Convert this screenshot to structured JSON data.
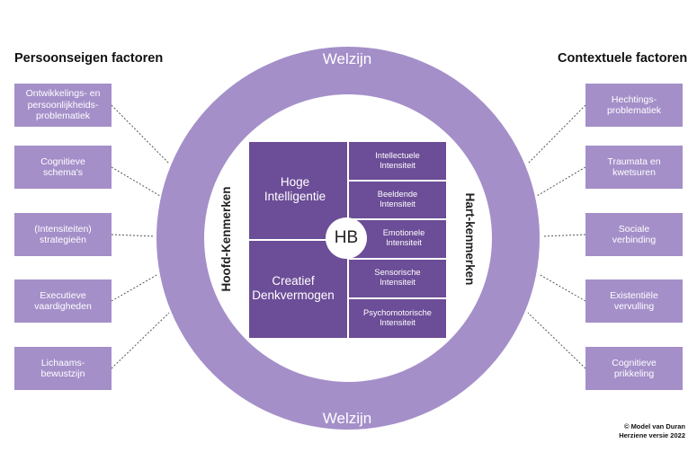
{
  "headings": {
    "left": "Persoonseigen factoren",
    "right": "Contextuele factoren"
  },
  "ring": {
    "top": "Welzijn",
    "bottom": "Welzijn",
    "left": "Hoofd-Kenmerken",
    "right": "Hart-kenmerken"
  },
  "left_factors": [
    "Ontwikkelings- en\npersoonlijkheids-\nproblematiek",
    "Cognitieve\nschema's",
    "(Intensiteiten)\nstrategieën",
    "Executieve\nvaardigheden",
    "Lichaams-\nbewustzijn"
  ],
  "right_factors": [
    "Hechtings-\nproblematiek",
    "Traumata en\nkwetsuren",
    "Sociale\nverbinding",
    "Existentiële\nvervulling",
    "Cognitieve\nprikkeling"
  ],
  "core": {
    "blocks": [
      "Hoge\nIntelligentie",
      "Creatief\nDenkvermogen"
    ],
    "intensities": [
      "Intellectuele\nIntensiteit",
      "Beeldende\nIntensiteit",
      "Emotionele\nIntensiteit",
      "Sensorische\nIntensiteit",
      "Psychomotorische\nIntensiteit"
    ],
    "center": "HB"
  },
  "credit": {
    "line1": "© Model van Duran",
    "line2": "Herziene versie 2022"
  },
  "colors": {
    "ring": "#a48fc9",
    "core": "#6c4d97",
    "box": "#a48fc9",
    "inner": "#ffffff"
  }
}
